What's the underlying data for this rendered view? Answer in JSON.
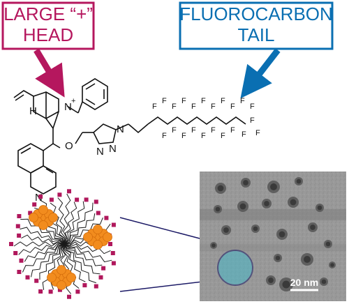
{
  "head_label": {
    "line1": "LARGE “+”",
    "line2": "HEAD",
    "color": "#b5175e"
  },
  "tail_label": {
    "line1": "FLUOROCARBON",
    "line2": "TAIL",
    "color": "#0a6fb2"
  },
  "molecule": {
    "nitrogen": "N",
    "charge": "+",
    "oxygen": "O",
    "hydrogen": "H",
    "triazole_n": "N",
    "fluorine": "F"
  },
  "micrograph": {
    "scale_bar_label": "20 nm"
  },
  "colors": {
    "nanoparticle": "#f28c1e",
    "headgroup": "#b0185c",
    "circle": "#1c1a66",
    "highlight": "#49b8c9"
  }
}
